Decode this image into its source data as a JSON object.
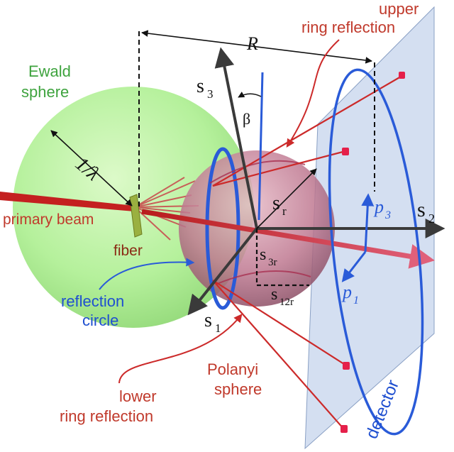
{
  "labels": {
    "ewald_sphere_line1": "Ewald",
    "ewald_sphere_line2": "sphere",
    "upper_ring_line1": "upper",
    "upper_ring_line2": "ring reflection",
    "distance_R": "R",
    "axis_s3": "s",
    "axis_s3_sub": "3",
    "axis_s2": "s",
    "axis_s2_sub": "2",
    "axis_s1": "s",
    "axis_s1_sub": "1",
    "angle_beta": "β",
    "radius_inv_lambda": "1/λ",
    "radius_sr": "s",
    "radius_sr_sub": "r",
    "coord_s3r": "s",
    "coord_s3r_sub": "3r",
    "coord_s12r": "s",
    "coord_s12r_sub": "12r",
    "detector_p3": "p",
    "detector_p3_sub": "3",
    "detector_p1": "p",
    "detector_p1_sub": "1",
    "primary_beam": "primary beam",
    "fiber": "fiber",
    "reflection_circle_line1": "reflection",
    "reflection_circle_line2": "circle",
    "polanyi_line1": "Polanyi",
    "polanyi_line2": "sphere",
    "lower_ring_line1": "lower",
    "lower_ring_line2": "ring reflection",
    "detector": "detector"
  },
  "colors": {
    "ewald_fill": "#a8ee8a",
    "polanyi_fill": "#c07a92",
    "detector_fill": "#c6d4ec",
    "beam_red": "#cc2a2a",
    "ring_blue": "#2a5bd8",
    "axis_gray": "#3a3a3a",
    "label_red": "#c0392b",
    "label_green": "#3ea33e",
    "label_blue": "#1f4fd0"
  }
}
